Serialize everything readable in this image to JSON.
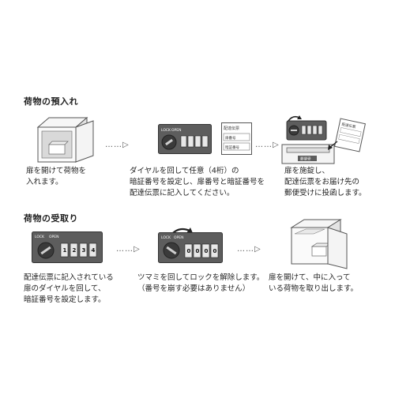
{
  "deposit": {
    "heading": "荷物の預入れ",
    "steps": [
      {
        "caption": "扉を開けて荷物を\n入れます。"
      },
      {
        "caption": "ダイヤルを回して任意（4桁）の\n暗証番号を設定し、扉番号と暗証番号を\n配達伝票に記入してください。"
      },
      {
        "caption": "扉を施錠し、\n配達伝票をお届け先の\n郵便受けに投函します。"
      }
    ],
    "lock_labels": {
      "lock": "LOCK",
      "open": "OPEN"
    },
    "slip": {
      "title": "配達伝票",
      "door_label": "扉番号",
      "code_label": "暗証番号"
    },
    "mail_slot_label": "郵便受"
  },
  "pickup": {
    "heading": "荷物の受取り",
    "steps": [
      {
        "caption": "配達伝票に記入されている\n扉のダイヤルを回して、\n暗証番号を設定します。"
      },
      {
        "caption": "ツマミを回してロックを解除します。\n（番号を崩す必要はありません）"
      },
      {
        "caption": "扉を開けて、中に入って\nいる荷物を取り出します。"
      }
    ],
    "lock_labels": {
      "lock": "LOCK",
      "open": "OPEN"
    },
    "digits_set": [
      "1",
      "2",
      "3",
      "4"
    ],
    "digits_open": [
      "0",
      "0",
      "0",
      "0"
    ]
  },
  "arrow_text": "……▷",
  "colors": {
    "lock_panel": "#5d5d5d",
    "lock_dark": "#3a3a3a",
    "box_line": "#555555",
    "box_fill": "#f2f2f2"
  }
}
